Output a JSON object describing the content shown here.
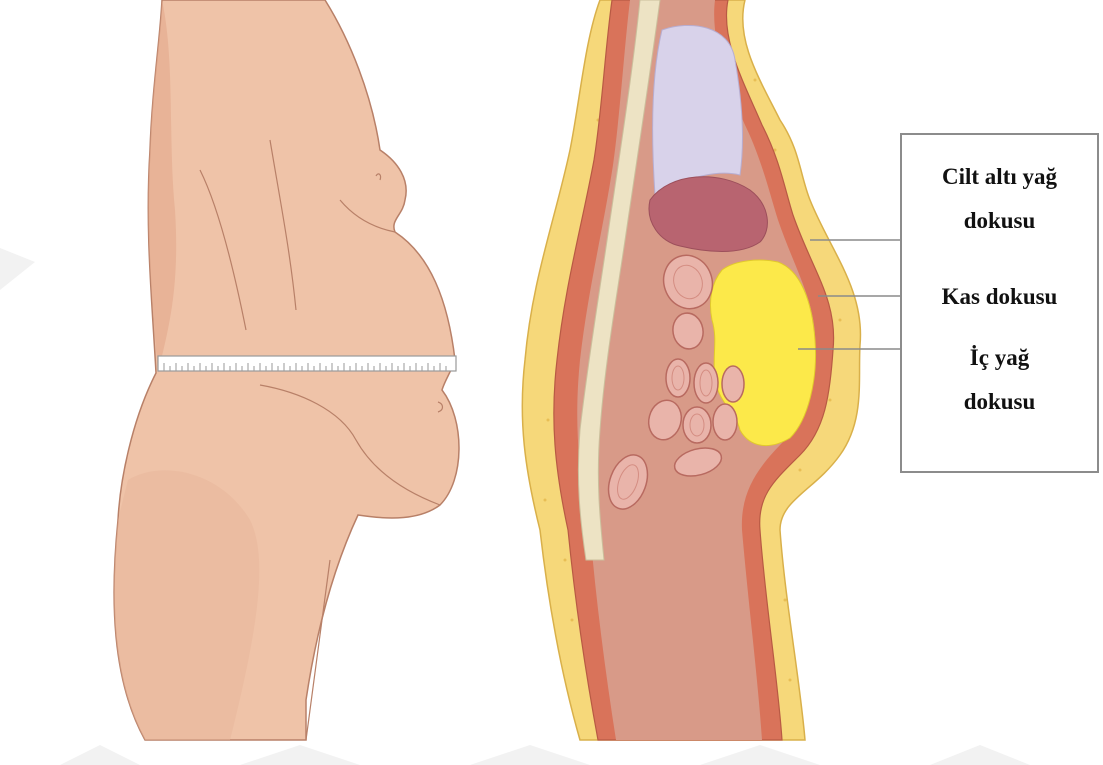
{
  "legend": {
    "subcutaneous_fat": {
      "line1": "Cilt altı yağ",
      "line2": "dokusu"
    },
    "muscle": "Kas dokusu",
    "visceral_fat": {
      "line1": "İç yağ",
      "line2": "dokusu"
    }
  },
  "colors": {
    "skin": "#efc3a8",
    "skin_shade": "#e2a98c",
    "skin_outline": "#b88068",
    "subcutaneous_fat": "#f6d87a",
    "muscle": "#d9735a",
    "spine": "#ede3c4",
    "lung": "#d8d2ea",
    "liver": "#b86470",
    "abdomen": "#d89a88",
    "visceral_fat": "#fce94a",
    "intestine": "#e9b4aa",
    "leader_line": "#8a8a8a",
    "legend_border": "#8c8c8c"
  },
  "icons": [
    "tape-measure-icon"
  ]
}
